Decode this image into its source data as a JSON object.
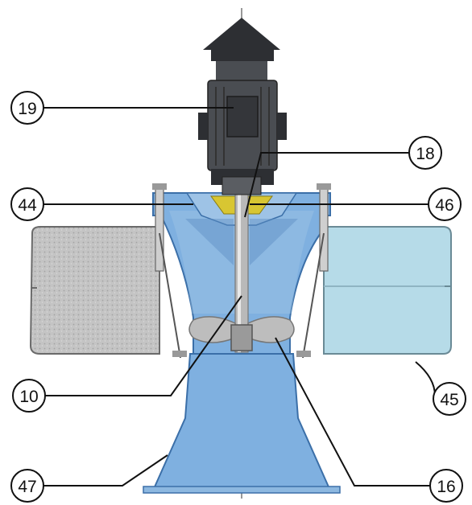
{
  "colors": {
    "water": "#7fb0e0",
    "water_edge": "#3b6fa8",
    "water_light": "#a9cce6",
    "motor": "#4a4d52",
    "motor_dark": "#2d2f33",
    "shaft": "#b9b9b9",
    "impeller": "#bdbdbd",
    "seal": "#d8c632",
    "pontoon_left": "#c8c8c8",
    "pontoon_right": "#b6dbe8",
    "line": "#111111"
  },
  "callouts": [
    {
      "id": "19",
      "label": "19"
    },
    {
      "id": "18",
      "label": "18"
    },
    {
      "id": "44",
      "label": "44"
    },
    {
      "id": "46",
      "label": "46"
    },
    {
      "id": "10",
      "label": "10"
    },
    {
      "id": "45",
      "label": "45"
    },
    {
      "id": "47",
      "label": "47"
    },
    {
      "id": "16",
      "label": "16"
    }
  ]
}
